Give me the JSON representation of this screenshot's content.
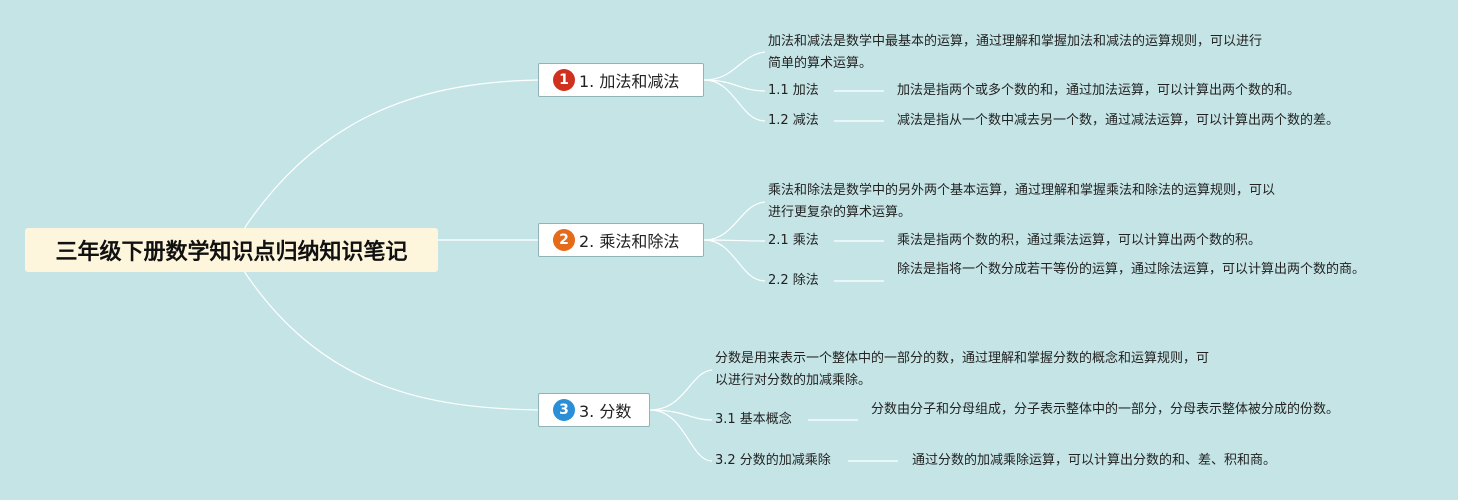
{
  "root": {
    "title": "三年级下册数学知识点归纳知识笔记"
  },
  "colors": {
    "background": "#c5e4e6",
    "badge1": "#d0311e",
    "badge2": "#e56a1a",
    "badge3": "#2a8fd6"
  },
  "branches": [
    {
      "number": "1",
      "label": "1. 加法和减法",
      "summary": "加法和减法是数学中最基本的运算，通过理解和掌握加法和减法的运算规则，可以进行简单的算术运算。",
      "items": [
        {
          "label": "1.1 加法",
          "text": "加法是指两个或多个数的和，通过加法运算，可以计算出两个数的和。"
        },
        {
          "label": "1.2 减法",
          "text": "减法是指从一个数中减去另一个数，通过减法运算，可以计算出两个数的差。"
        }
      ]
    },
    {
      "number": "2",
      "label": "2. 乘法和除法",
      "summary": "乘法和除法是数学中的另外两个基本运算，通过理解和掌握乘法和除法的运算规则，可以进行更复杂的算术运算。",
      "items": [
        {
          "label": "2.1 乘法",
          "text": "乘法是指两个数的积，通过乘法运算，可以计算出两个数的积。"
        },
        {
          "label": "2.2 除法",
          "text": "除法是指将一个数分成若干等份的运算，通过除法运算，可以计算出两个数的商。"
        }
      ]
    },
    {
      "number": "3",
      "label": "3. 分数",
      "summary": "分数是用来表示一个整体中的一部分的数，通过理解和掌握分数的概念和运算规则，可以进行对分数的加减乘除。",
      "items": [
        {
          "label": "3.1 基本概念",
          "text": "分数由分子和分母组成，分子表示整体中的一部分，分母表示整体被分成的份数。"
        },
        {
          "label": "3.2 分数的加减乘除",
          "text": "通过分数的加减乘除运算，可以计算出分数的和、差、积和商。"
        }
      ]
    }
  ]
}
